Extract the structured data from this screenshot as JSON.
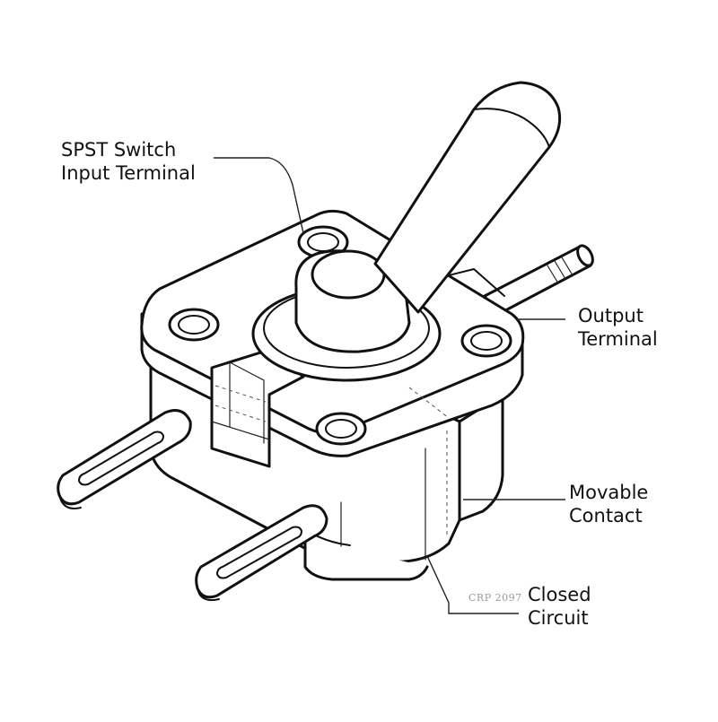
{
  "callouts": [
    {
      "lines": [
        "SPST Switch",
        "Input Terminal"
      ]
    },
    {
      "lines": [
        "Output",
        "Terminal"
      ]
    },
    {
      "lines": [
        "Movable",
        "Contact"
      ]
    },
    {
      "lines": [
        "Closed",
        "Circuit"
      ]
    }
  ],
  "stamp": "CRP 2097",
  "colors": {
    "ink": "#111111",
    "background": "#ffffff",
    "stamp": "#9a9a9a"
  }
}
